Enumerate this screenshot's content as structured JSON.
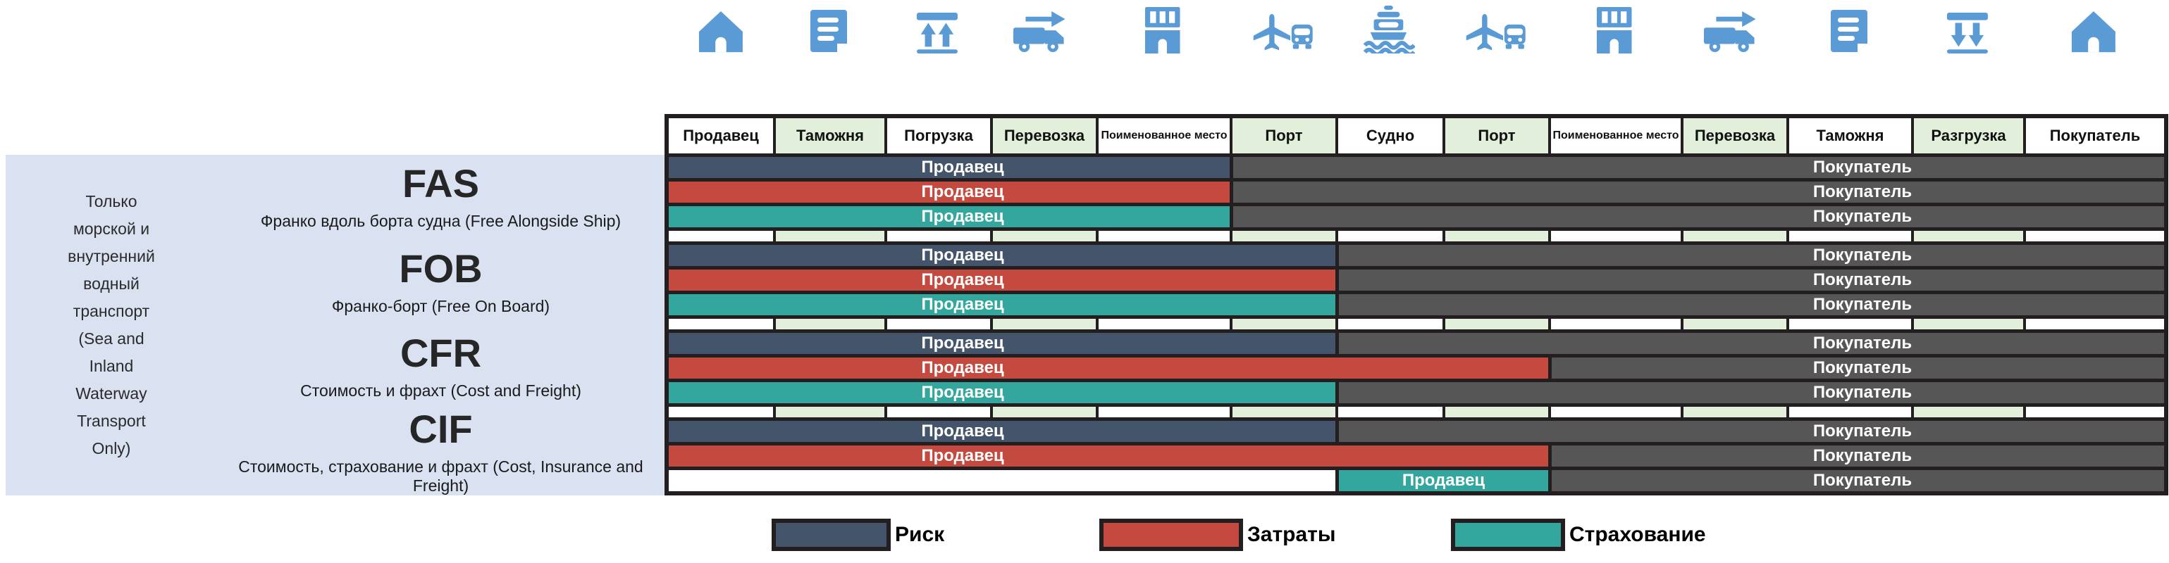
{
  "palette": {
    "icon_blue": "#5B9BD5",
    "risk": "#44546A",
    "cost": "#C4493F",
    "insurance": "#33A79D",
    "buyer": "#565656",
    "header_tint_green": "#E2EFDA",
    "header_tint_white": "#FFFFFF",
    "grid_black": "#231F20",
    "sidebar_bg": "#DAE1F0"
  },
  "columns": [
    {
      "label": "Продавец",
      "tint": "white",
      "small": false,
      "icon": "house-icon"
    },
    {
      "label": "Таможня",
      "tint": "green",
      "small": false,
      "icon": "document-icon"
    },
    {
      "label": "Погрузка",
      "tint": "white",
      "small": false,
      "icon": "loading-arrows-icon"
    },
    {
      "label": "Перевозка",
      "tint": "green",
      "small": false,
      "icon": "truck-icon"
    },
    {
      "label": "Поименованное место",
      "tint": "white",
      "small": true,
      "icon": "building-icon"
    },
    {
      "label": "Порт",
      "tint": "green",
      "small": false,
      "icon": "port-terminal-icon"
    },
    {
      "label": "Судно",
      "tint": "white",
      "small": false,
      "icon": "ship-icon"
    },
    {
      "label": "Порт",
      "tint": "green",
      "small": false,
      "icon": "port-terminal-icon"
    },
    {
      "label": "Поименованное место",
      "tint": "white",
      "small": true,
      "icon": "building-icon"
    },
    {
      "label": "Перевозка",
      "tint": "green",
      "small": false,
      "icon": "truck-icon"
    },
    {
      "label": "Таможня",
      "tint": "white",
      "small": false,
      "icon": "document-icon"
    },
    {
      "label": "Разгрузка",
      "tint": "green",
      "small": false,
      "icon": "unloading-arrows-icon"
    },
    {
      "label": "Покупатель",
      "tint": "white",
      "small": false,
      "icon": "house-icon"
    }
  ],
  "sidebar_note_lines": [
    "Только",
    "морской и",
    "внутренний",
    "водный",
    "транспорт",
    "(Sea and",
    "Inland",
    "Waterway",
    "Transport",
    "Only)"
  ],
  "groups": [
    {
      "code": "FAS",
      "name": "Франко вдоль борта судна (Free Alongside Ship)",
      "rows": [
        {
          "kind": "risk",
          "segments": [
            {
              "role": "seller",
              "label": "Продавец",
              "from": 1,
              "to": 6
            },
            {
              "role": "buyer",
              "label": "Покупатель",
              "from": 6,
              "to": 14
            }
          ]
        },
        {
          "kind": "cost",
          "segments": [
            {
              "role": "seller",
              "label": "Продавец",
              "from": 1,
              "to": 6
            },
            {
              "role": "buyer",
              "label": "Покупатель",
              "from": 6,
              "to": 14
            }
          ]
        },
        {
          "kind": "insurance",
          "segments": [
            {
              "role": "seller",
              "label": "Продавец",
              "from": 1,
              "to": 6
            },
            {
              "role": "buyer",
              "label": "Покупатель",
              "from": 6,
              "to": 14
            }
          ]
        }
      ]
    },
    {
      "code": "FOB",
      "name": "Франко-борт (Free On Board)",
      "rows": [
        {
          "kind": "risk",
          "segments": [
            {
              "role": "seller",
              "label": "Продавец",
              "from": 1,
              "to": 7
            },
            {
              "role": "buyer",
              "label": "Покупатель",
              "from": 7,
              "to": 14
            }
          ]
        },
        {
          "kind": "cost",
          "segments": [
            {
              "role": "seller",
              "label": "Продавец",
              "from": 1,
              "to": 7
            },
            {
              "role": "buyer",
              "label": "Покупатель",
              "from": 7,
              "to": 14
            }
          ]
        },
        {
          "kind": "insurance",
          "segments": [
            {
              "role": "seller",
              "label": "Продавец",
              "from": 1,
              "to": 7
            },
            {
              "role": "buyer",
              "label": "Покупатель",
              "from": 7,
              "to": 14
            }
          ]
        }
      ]
    },
    {
      "code": "CFR",
      "name": "Стоимость и фрахт (Cost and Freight)",
      "rows": [
        {
          "kind": "risk",
          "segments": [
            {
              "role": "seller",
              "label": "Продавец",
              "from": 1,
              "to": 7
            },
            {
              "role": "buyer",
              "label": "Покупатель",
              "from": 7,
              "to": 14
            }
          ]
        },
        {
          "kind": "cost",
          "segments": [
            {
              "role": "seller",
              "label": "Продавец",
              "from": 1,
              "to": 9
            },
            {
              "role": "buyer",
              "label": "Покупатель",
              "from": 9,
              "to": 14
            }
          ]
        },
        {
          "kind": "insurance",
          "segments": [
            {
              "role": "seller",
              "label": "Продавец",
              "from": 1,
              "to": 7
            },
            {
              "role": "buyer",
              "label": "Покупатель",
              "from": 7,
              "to": 14
            }
          ]
        }
      ]
    },
    {
      "code": "CIF",
      "name": "Стоимость, страхование и фрахт (Cost, Insurance and Freight)",
      "rows": [
        {
          "kind": "risk",
          "segments": [
            {
              "role": "seller",
              "label": "Продавец",
              "from": 1,
              "to": 7
            },
            {
              "role": "buyer",
              "label": "Покупатель",
              "from": 7,
              "to": 14
            }
          ]
        },
        {
          "kind": "cost",
          "segments": [
            {
              "role": "seller",
              "label": "Продавец",
              "from": 1,
              "to": 9
            },
            {
              "role": "buyer",
              "label": "Покупатель",
              "from": 9,
              "to": 14
            }
          ]
        },
        {
          "kind": "insurance",
          "segments": [
            {
              "role": "blank",
              "from": 1,
              "to": 7
            },
            {
              "role": "seller",
              "label": "Продавец",
              "center": true,
              "from": 7,
              "to": 9
            },
            {
              "role": "buyer",
              "label": "Покупатель",
              "from": 9,
              "to": 14
            }
          ]
        }
      ]
    }
  ],
  "legend": [
    {
      "label": "Риск",
      "kind": "risk"
    },
    {
      "label": "Затраты",
      "kind": "cost"
    },
    {
      "label": "Страхование",
      "kind": "insurance"
    }
  ]
}
